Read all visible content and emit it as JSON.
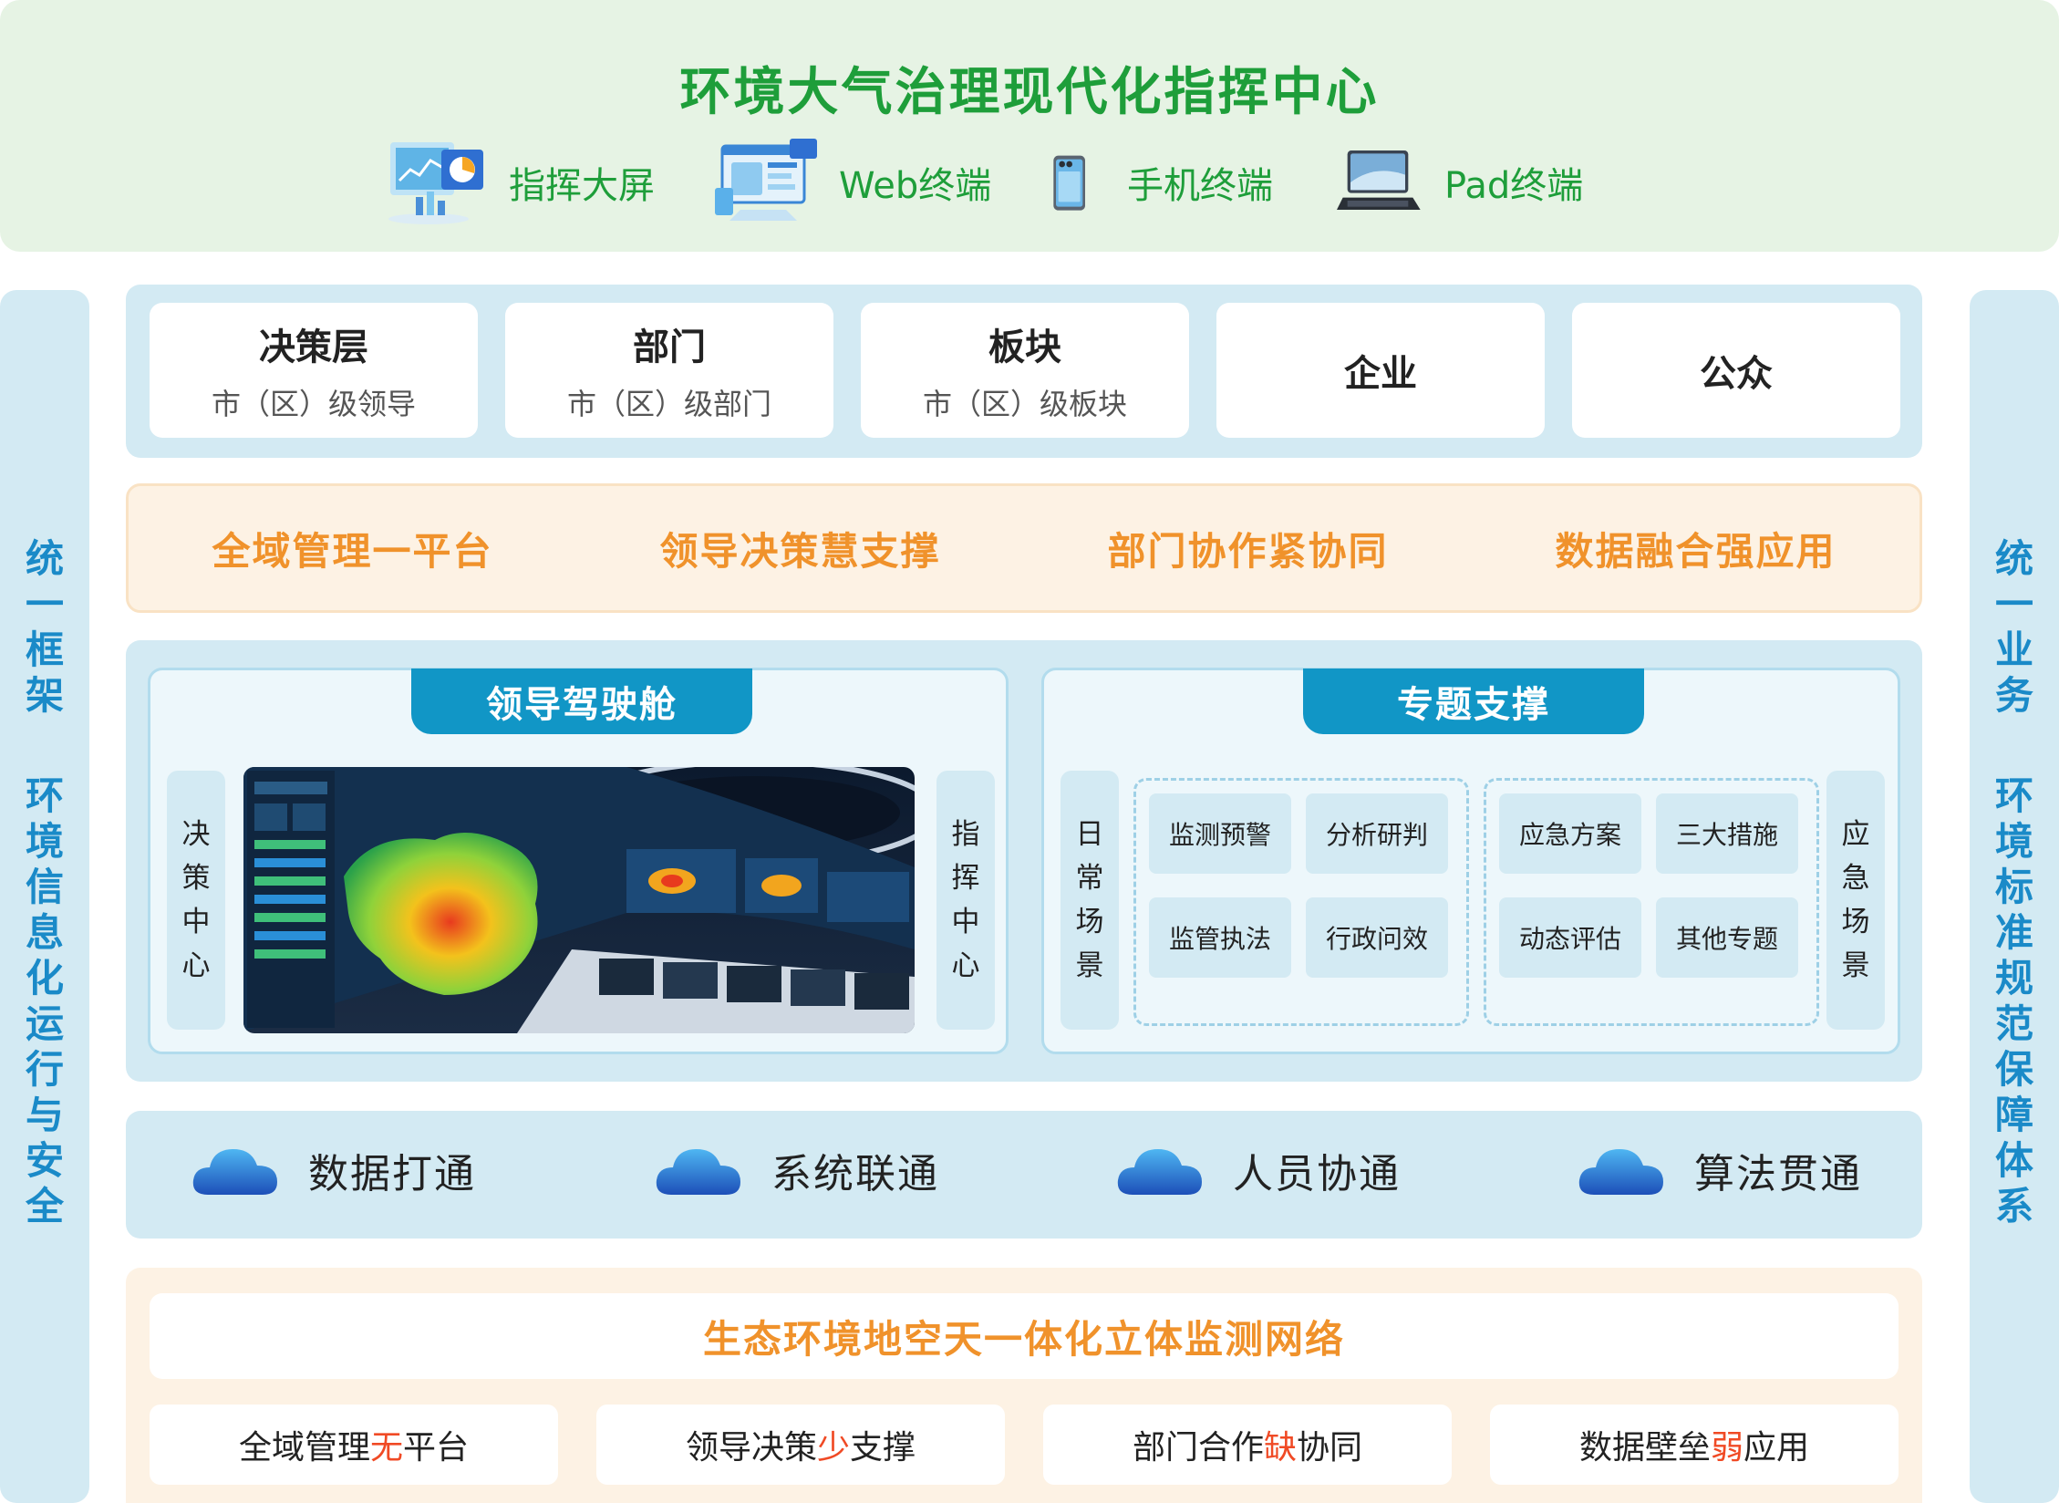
{
  "header": {
    "title": "环境大气治理现代化指挥中心",
    "terminals": [
      {
        "label": "指挥大屏",
        "icon": "big-screen-icon"
      },
      {
        "label": "Web终端",
        "icon": "web-terminal-icon"
      },
      {
        "label": "手机终端",
        "icon": "mobile-phone-icon"
      },
      {
        "label": "Pad终端",
        "icon": "tablet-icon"
      }
    ]
  },
  "left_side": {
    "top": "统一框架",
    "bottom": "环境信息化运行与安全"
  },
  "right_side": {
    "top": "统一业务",
    "bottom": "环境标准规范保障体系"
  },
  "users": [
    {
      "title": "决策层",
      "sub": "市（区）级领导"
    },
    {
      "title": "部门",
      "sub": "市（区）级部门"
    },
    {
      "title": "板块",
      "sub": "市（区）级板块"
    },
    {
      "title": "企业",
      "sub": ""
    },
    {
      "title": "公众",
      "sub": ""
    }
  ],
  "goals": [
    "全域管理一平台",
    "领导决策慧支撑",
    "部门协作紧协同",
    "数据融合强应用"
  ],
  "cockpit": {
    "tab": "领导驾驶舱",
    "left_label": "决策中心",
    "right_label": "指挥中心"
  },
  "topics": {
    "tab": "专题支撑",
    "left_label": "日常场景",
    "right_label": "应急场景",
    "daily": [
      "监测预警",
      "分析研判",
      "监管执法",
      "行政问效"
    ],
    "emergency": [
      "应急方案",
      "三大措施",
      "动态评估",
      "其他专题"
    ]
  },
  "connectivity": [
    "数据打通",
    "系统联通",
    "人员协通",
    "算法贯通"
  ],
  "bottom": {
    "network": "生态环境地空天一体化立体监测网络",
    "problems": [
      {
        "pre": "全域管理",
        "hl": "无",
        "post": "平台"
      },
      {
        "pre": "领导决策",
        "hl": "少",
        "post": "支撑"
      },
      {
        "pre": "部门合作",
        "hl": "缺",
        "post": "协同"
      },
      {
        "pre": "数据壁垒",
        "hl": "弱",
        "post": "应用"
      }
    ]
  },
  "colors": {
    "green": "#1e9e3a",
    "orange": "#f0922b",
    "red_highlight": "#f04a25",
    "blue": "#1a8ac8",
    "tab_blue": "#1196c6",
    "light_blue": "#d3eaf3",
    "light_orange": "#fdf2e4",
    "light_green": "#e6f3e4"
  }
}
